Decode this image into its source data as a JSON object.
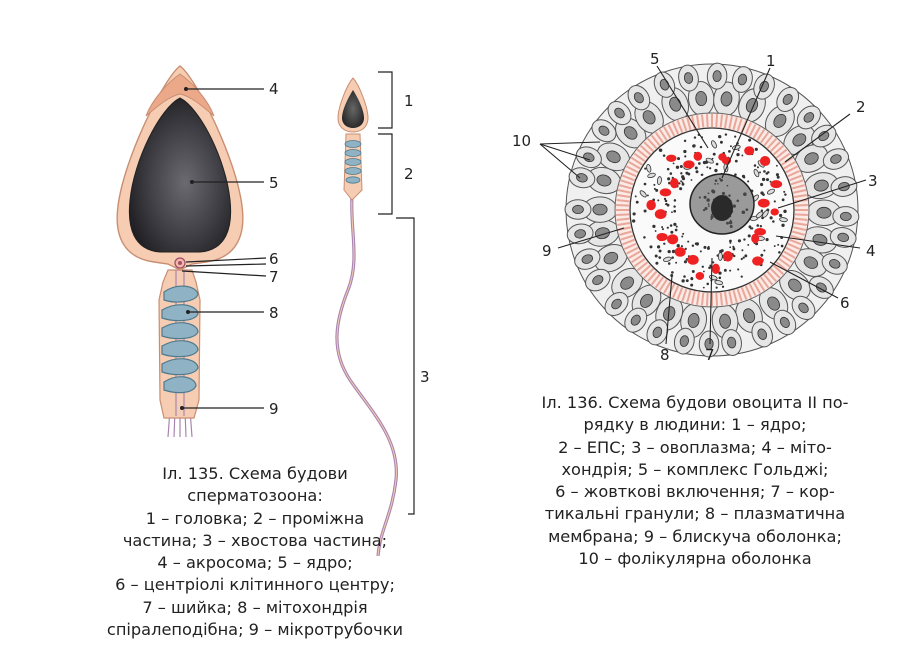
{
  "sperm": {
    "labels": {
      "n4": "4",
      "n5": "5",
      "n6": "6",
      "n7": "7",
      "n8": "8",
      "n9": "9",
      "seg1": "1",
      "seg2": "2",
      "seg3": "3"
    },
    "caption": [
      "Іл. 135. Схема будови",
      "сперматозоона:",
      "1 – головка; 2 – проміжна",
      "частина; 3 – хвостова частина;",
      "4 – акросома; 5 – ядро;",
      "6 – центріолі клітинного центру;",
      "7 – шийка; 8 – мітохондрія",
      "спіралеподібна; 9 – мікротрубочки"
    ]
  },
  "oocyte": {
    "labels": {
      "n1": "1",
      "n2": "2",
      "n3": "3",
      "n4": "4",
      "n5": "5",
      "n6": "6",
      "n7": "7",
      "n8": "8",
      "n9": "9",
      "n10": "10"
    },
    "caption": [
      "Іл. 136. Схема будови овоцита II по-",
      "рядку в людини: 1 – ядро;",
      "2 – ЕПС; 3 – овоплазма; 4 – міто-",
      "хондрія; 5 – комплекс Гольджі;",
      "6 – жовткові включення; 7 – кор-",
      "тикальні гранули; 8 – плазматична",
      "мембрана; 9 – блискуча оболонка;",
      "10 – фолікулярна оболонка"
    ]
  },
  "colors": {
    "skin": "#f6cdb2",
    "skin_edge": "#c98e72",
    "nucleus": "#3f3f44",
    "mito": "#8fb3c4",
    "tail": "#a885b0",
    "granule": "#ee2222",
    "zona": "#e9a79a"
  }
}
